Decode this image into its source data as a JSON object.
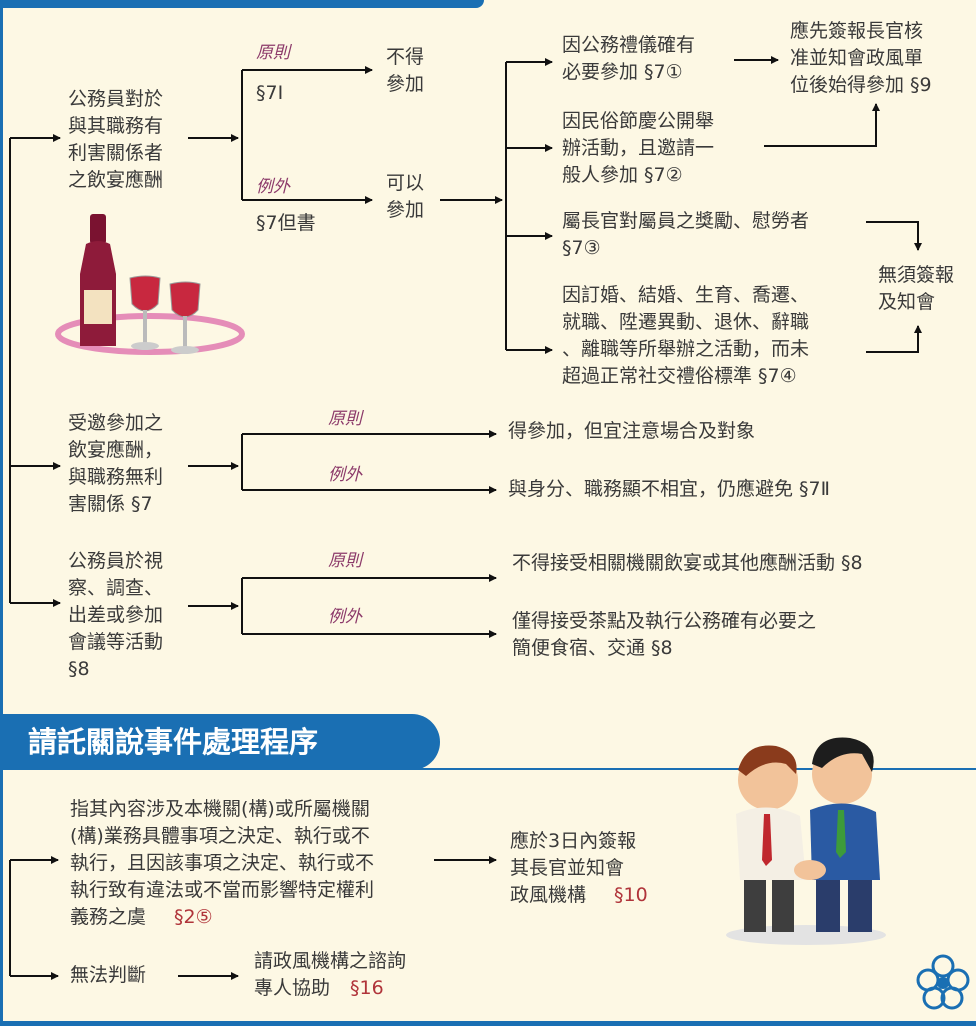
{
  "section1": {
    "block1": {
      "subject": "公務員對於\n與其職務有\n利害關係者\n之飲宴應酬",
      "principle_label": "原則",
      "principle_ref": "§7Ⅰ",
      "principle_result": "不得\n參加",
      "exception_label": "例外",
      "exception_ref": "§7但書",
      "exception_result": "可以\n參加",
      "cases": [
        "因公務禮儀確有\n必要參加 §7①",
        "因民俗節慶公開舉\n辦活動，且邀請一\n般人參加 §7②",
        "屬長官對屬員之獎勵、慰勞者\n§7③",
        "因訂婚、結婚、生育、喬遷、\n就職、陞遷異動、退休、辭職\n、離職等所舉辦之活動，而未\n超過正常社交禮俗標準 §7④"
      ],
      "result_report": "應先簽報長官核\n准並知會政風單\n位後始得參加 §9",
      "result_no_report": "無須簽報\n及知會"
    },
    "block2": {
      "subject": "受邀參加之\n飲宴應酬，\n與職務無利\n害關係 §7",
      "principle_label": "原則",
      "principle_result": "得參加，但宜注意場合及對象",
      "exception_label": "例外",
      "exception_result": "與身分、職務顯不相宜，仍應避免 §7Ⅱ"
    },
    "block3": {
      "subject": "公務員於視\n察、調查、\n出差或參加\n會議等活動\n§8",
      "principle_label": "原則",
      "principle_result": "不得接受相關機關飲宴或其他應酬活動 §8",
      "exception_label": "例外",
      "exception_result": "僅得接受茶點及執行公務確有必要之\n簡便食宿、交通 §8"
    }
  },
  "section2": {
    "title": "請託關說事件處理程序",
    "case_text": "指其內容涉及本機關(構)或所屬機關\n(構)業務具體事項之決定、執行或不\n執行，且因該事項之決定、執行或不\n執行致有違法或不當而影響特定權利\n義務之虞",
    "case_ref": "§2⑤",
    "case_result": "應於3日內簽報\n其長官並知會\n政風機構",
    "case_result_ref": "§10",
    "unsure_text": "無法判斷",
    "unsure_result": "請政風機構之諮詢\n專人協助",
    "unsure_result_ref": "§16"
  },
  "colors": {
    "brand_blue": "#1a6fb3",
    "label_purple": "#8c3a6a",
    "ref_red": "#b0343a",
    "background": "#fdf8e4"
  },
  "icons": [
    "wine-bottle-glasses-icon",
    "handshake-people-icon",
    "flower-logo-icon"
  ]
}
